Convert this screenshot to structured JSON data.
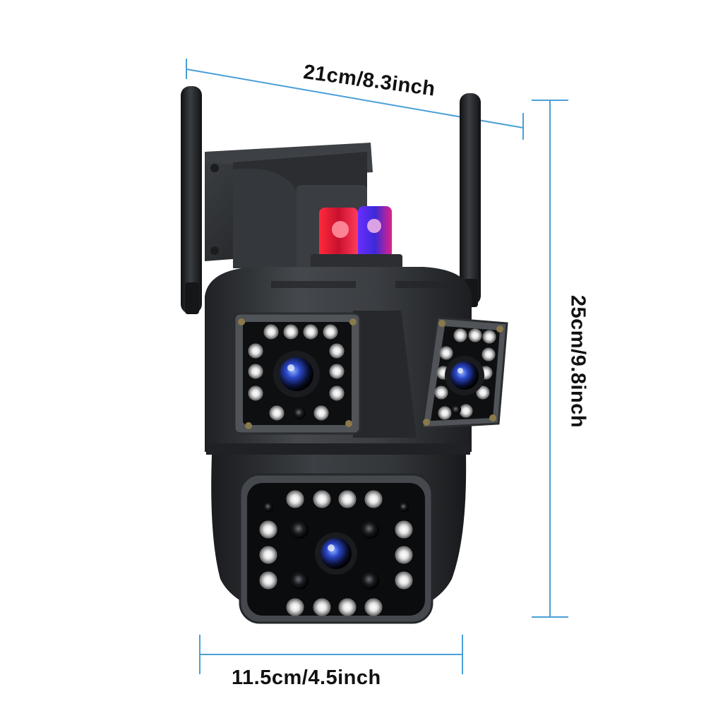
{
  "dimensions": {
    "top_width": "21cm/8.3inch",
    "height": "25cm/9.8inch",
    "bottom_width": "11.5cm/4.5inch"
  },
  "colors": {
    "dimension_line": "#4a9fd8",
    "label_text": "#111111",
    "body_dark": "#2e3033",
    "alarm_red": "#ff1b3a",
    "alarm_blue": "#4a3cff"
  }
}
